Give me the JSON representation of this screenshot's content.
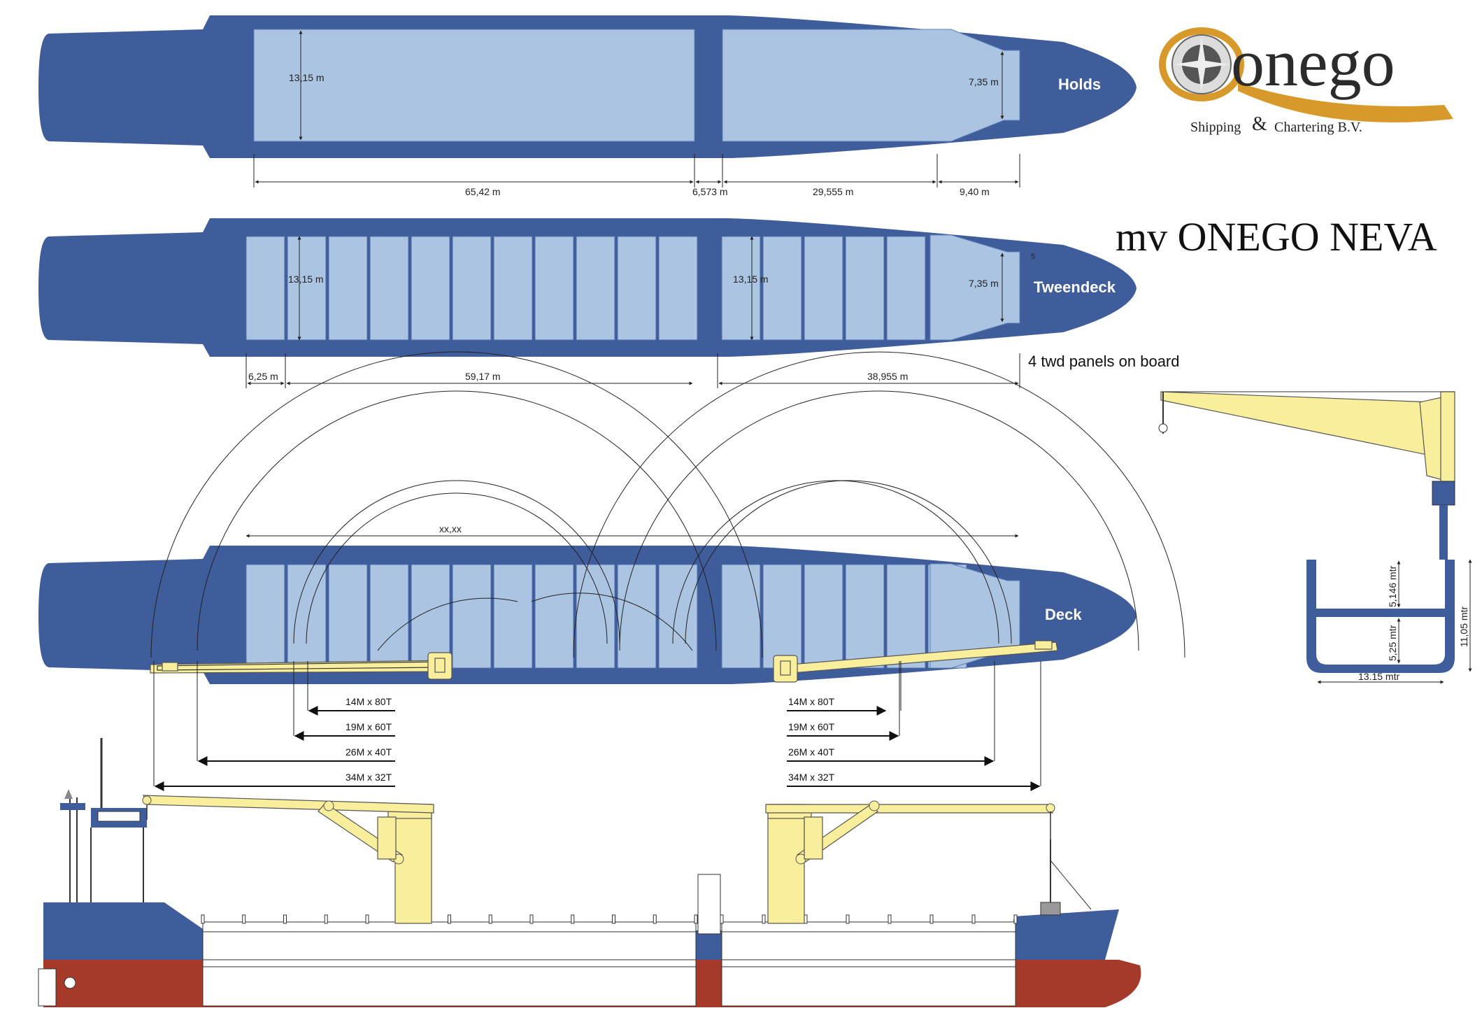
{
  "logo": {
    "brand": "onego",
    "tagline_left": "Shipping",
    "tagline_amp": "&",
    "tagline_right": "Chartering B.V."
  },
  "title": "mv ONEGO NEVA",
  "note": "4 twd panels on board",
  "holds": {
    "label": "Holds",
    "beam1": "13,15 m",
    "beam2": "7,35 m",
    "dims": [
      "65,42 m",
      "6,573 m",
      "29,555 m",
      "9,40 m"
    ]
  },
  "tweendeck": {
    "label": "Tweendeck",
    "beam1": "13,15 m",
    "beam2": "13,15 m",
    "beam3": "7,35 m",
    "small": "5",
    "dims": [
      "6,25 m",
      "59,17 m",
      "38,955 m"
    ]
  },
  "deck": {
    "label": "Deck",
    "span": "xx,xx"
  },
  "reach": {
    "aft": [
      "14M x 80T",
      "19M x 60T",
      "26M x 40T",
      "34M x 32T"
    ],
    "fwd": [
      "14M x 80T",
      "19M x 60T",
      "26M x 40T",
      "34M x 32T"
    ]
  },
  "section": {
    "upper": "5,146 mtr",
    "lower": "5,25 mtr",
    "total": "11,05 mtr",
    "breadth": "13.15 mtr"
  },
  "colors": {
    "hull": "#3f5c9b",
    "hold": "#aac4e1",
    "crane": "#f8ee9b",
    "bottom": "#a63a2a",
    "logo_gold": "#d79a2a"
  }
}
